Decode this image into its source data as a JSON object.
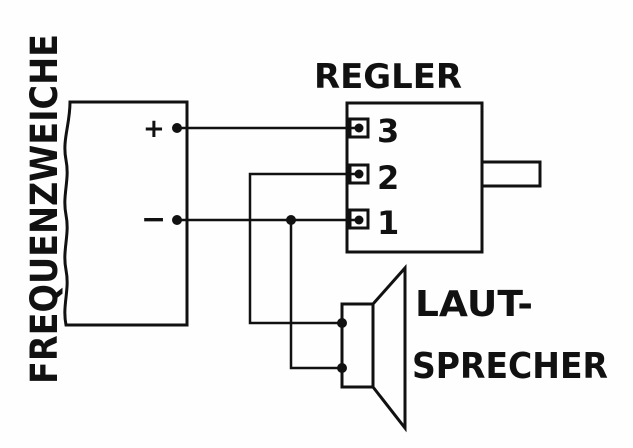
{
  "labels": {
    "crossover": "FREQUENZWEICHE",
    "regulator": "REGLER",
    "speaker_line1": "LAUT-",
    "speaker_line2": "SPRECHER",
    "plus": "+",
    "minus": "−",
    "pin3": "3",
    "pin2": "2",
    "pin1": "1"
  }
}
